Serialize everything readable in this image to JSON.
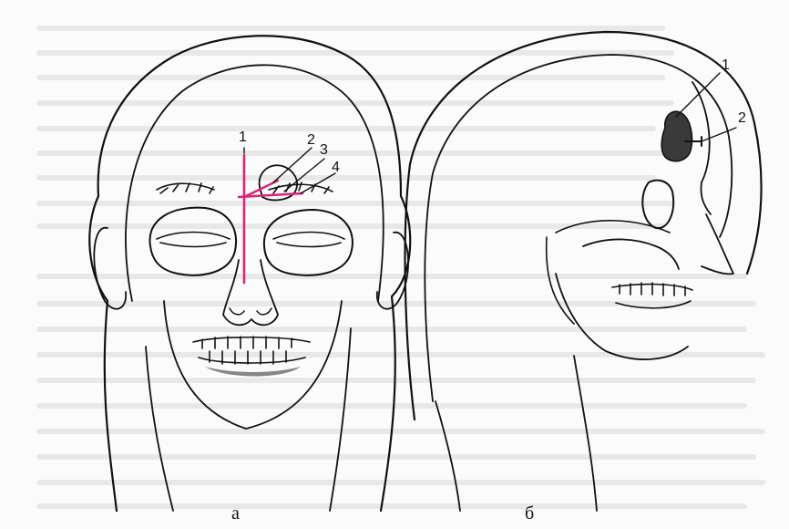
{
  "figure": {
    "panels": [
      {
        "id": "a",
        "label": "а",
        "callouts": [
          "1",
          "2",
          "3",
          "4"
        ]
      },
      {
        "id": "b",
        "label": "б",
        "callouts": [
          "1",
          "2"
        ]
      }
    ],
    "colors": {
      "line": "#111111",
      "incision": "#e0207a",
      "shading": "#3a3a3a",
      "page_bleed": "#d6d6d6"
    }
  }
}
